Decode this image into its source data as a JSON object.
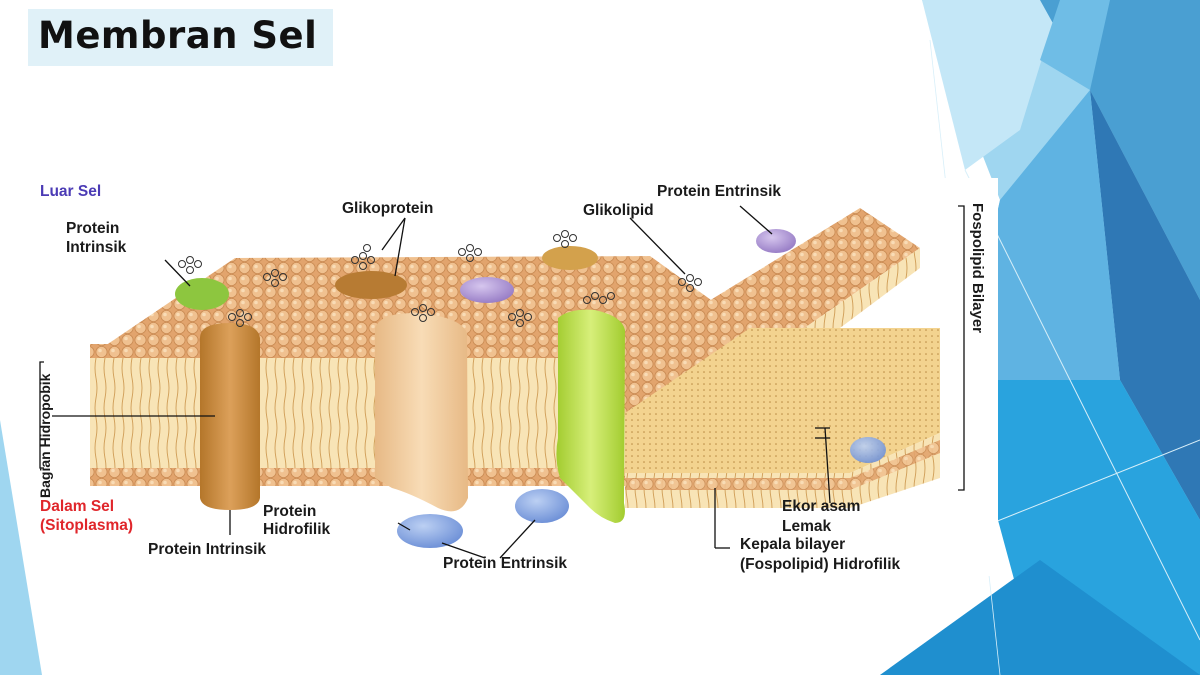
{
  "slide": {
    "title": "Membran Sel"
  },
  "figure": {
    "outside_label": "Luar Sel",
    "inside_label_1": "Dalam Sel",
    "inside_label_2": "(Sitoplasma)",
    "labels": {
      "protein_intrinsik_top_1": "Protein",
      "protein_intrinsik_top_2": "Intrinsik",
      "glikoprotein": "Glikoprotein",
      "glikolipid": "Glikolipid",
      "protein_entrinsik_top": "Protein Entrinsik",
      "fospolipid_bilayer": "Fospolipid Bilayer",
      "bagian_hidropobik": "Bagian Hidropobik",
      "protein_intrinsik_bottom": "Protein  Intrinsik",
      "protein_hidrofilik_1": "Protein",
      "protein_hidrofilik_2": "Hidrofilik",
      "protein_entrinsik_bottom": "Protein Entrinsik",
      "ekor_asam_1": "Ekor asam",
      "ekor_asam_2": "Lemak",
      "kepala_bilayer_1": "Kepala bilayer",
      "kepala_bilayer_2": "(Fospolipid) Hidrofilik"
    }
  },
  "colors": {
    "outside_label": "#4b3bb5",
    "inside_label": "#e0262b",
    "phospholipid_head": "#e8b07c",
    "tail_region": "#f7e2b2",
    "protein_brown": "#c98a3c",
    "protein_beige": "#f1cfa1",
    "protein_green": "#bfe04a",
    "protein_purple": "#a98fd0",
    "protein_blue": "#7f9fdc",
    "accent_blue": "#29a3de"
  }
}
